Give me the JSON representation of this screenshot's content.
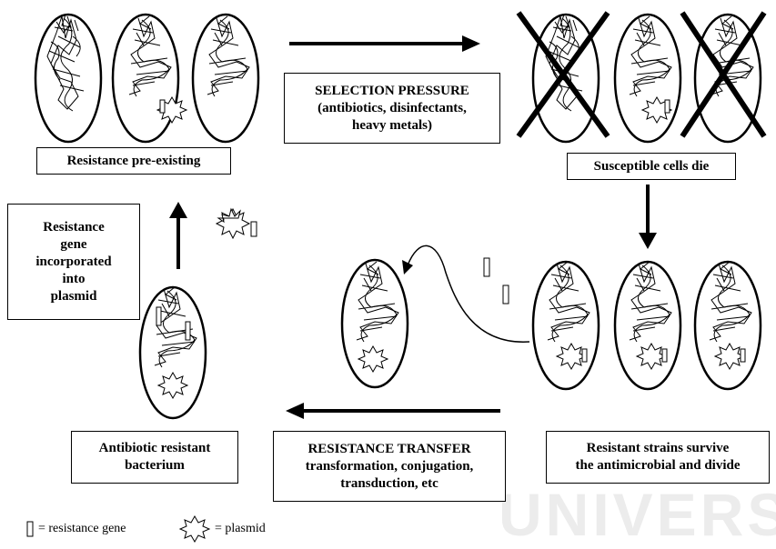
{
  "labels": {
    "resistance_pre_existing": "Resistance pre-existing",
    "selection_pressure_title": "SELECTION PRESSURE",
    "selection_pressure_line2": "(antibiotics, disinfectants,",
    "selection_pressure_line3": "heavy metals)",
    "susceptible_cells_die": "Susceptible cells die",
    "gene_incorporated": [
      "Resistance",
      "gene",
      "incorporated",
      "into",
      "plasmid"
    ],
    "survive_line1": "Resistant strains survive",
    "survive_line2": "the antimicrobial and divide",
    "transfer_title": "RESISTANCE TRANSFER",
    "transfer_line2": "transformation, conjugation,",
    "transfer_line3": "transduction, etc",
    "antibiotic_resistant_line1": "Antibiotic resistant",
    "antibiotic_resistant_line2": "bacterium"
  },
  "legend": {
    "gene_label": "= resistance gene",
    "plasmid_label": "= plasmid"
  },
  "watermark": "UNIVERS"
}
